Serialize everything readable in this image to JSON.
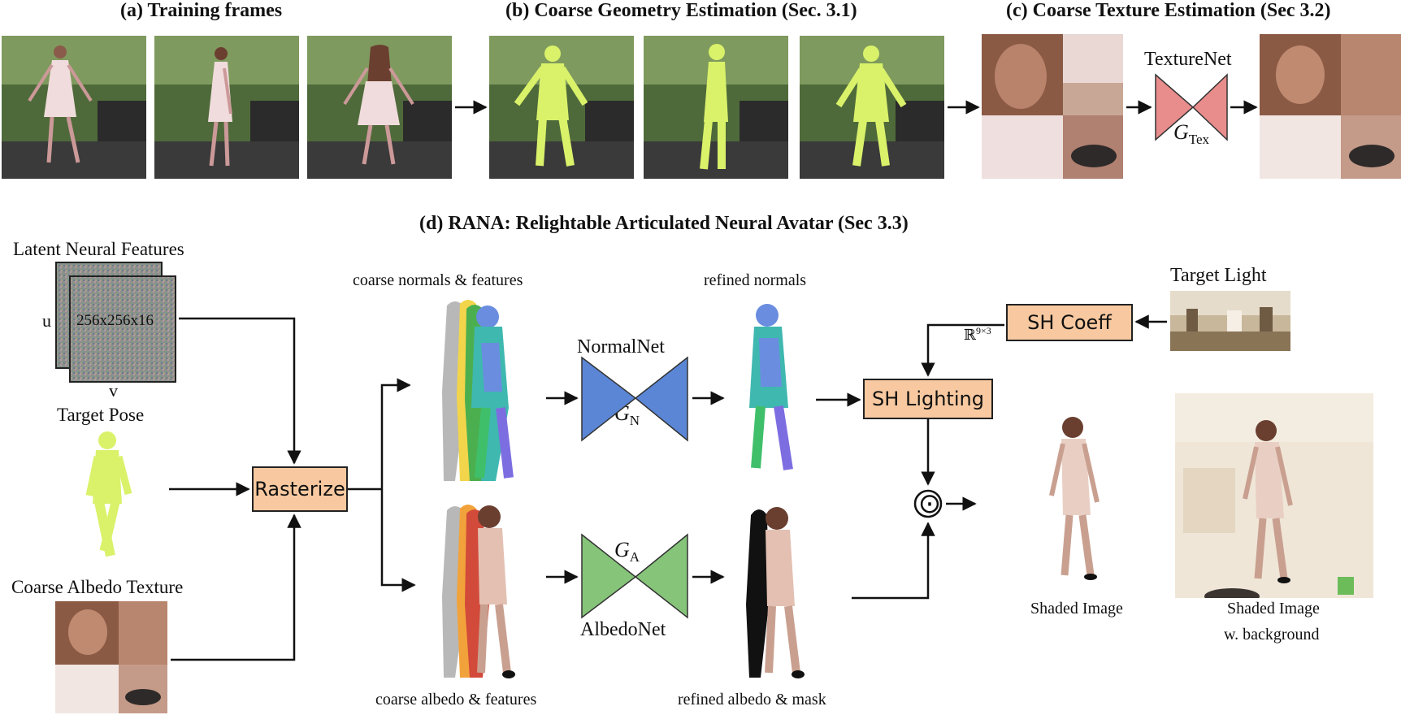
{
  "sections": {
    "a_title": "(a) Training frames",
    "b_title": "(b) Coarse Geometry Estimation  (Sec. 3.1)",
    "c_title": "(c) Coarse Texture Estimation (Sec 3.2)",
    "d_title": "(d) RANA: Relightable Articulated Neural Avatar (Sec 3.3)"
  },
  "labels": {
    "texturenet": "TextureNet",
    "g_tex": "G",
    "g_tex_sub": "Tex",
    "latent": "Latent Neural Features",
    "feature_dims": "256x256x16",
    "u": "u",
    "v": "v",
    "target_pose": "Target Pose",
    "coarse_albedo_texture": "Coarse Albedo Texture",
    "coarse_normals": "coarse normals & features",
    "coarse_albedo_feats": "coarse albedo & features",
    "refined_normals": "refined normals",
    "refined_albedo": "refined albedo & mask",
    "normalnet": "NormalNet",
    "g_n": "G",
    "g_n_sub": "N",
    "albedonet": "AlbedoNet",
    "g_a": "G",
    "g_a_sub": "A",
    "target_light": "Target  Light",
    "sh_coeff": "SH Coeff",
    "sh_dim": "ℝ",
    "sh_dim_sup": "9×3",
    "sh_lighting": "SH Lighting",
    "rasterize": "Rasterize",
    "hadamard": "⊙",
    "shaded_image": "Shaded Image",
    "shaded_bg_1": "Shaded Image",
    "shaded_bg_2": "w. background"
  },
  "colors": {
    "box_fill": "#f8c9a0",
    "normalnet": "#5b86d6",
    "albedonet": "#86c47a",
    "texturenet": "#e88c8c",
    "mesh": "#d9f26a"
  }
}
